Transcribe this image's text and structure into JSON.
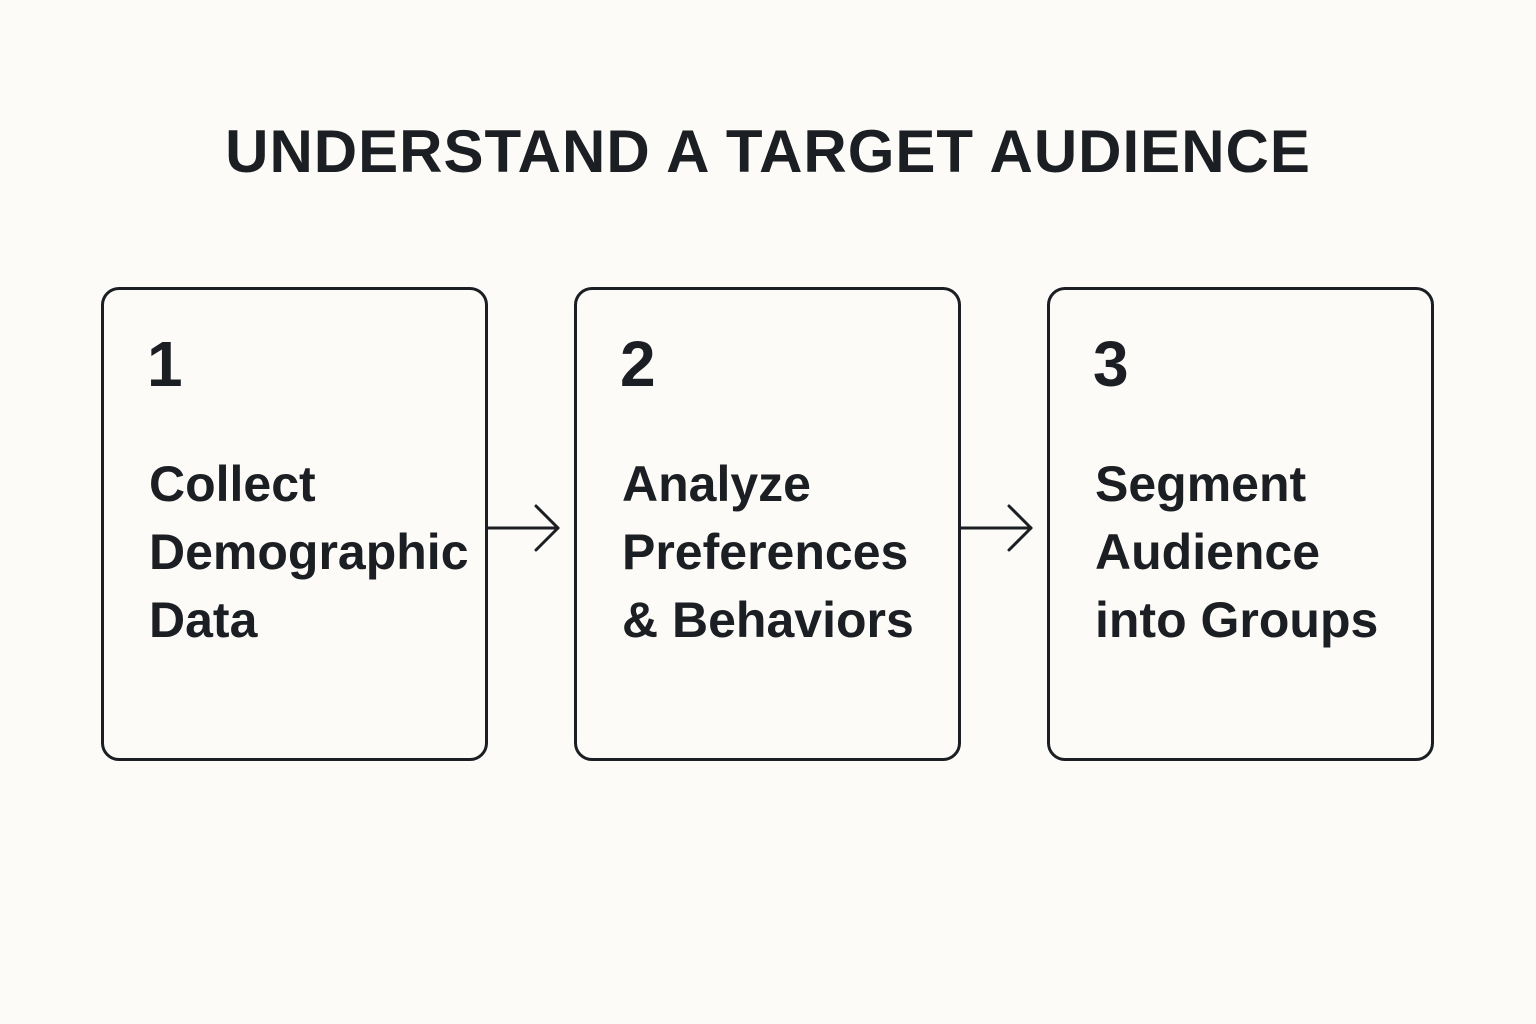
{
  "diagram": {
    "title": "UNDERSTAND A TARGET AUDIENCE",
    "steps": [
      {
        "number": "1",
        "lines": [
          "Collect",
          "Demographic",
          "Data"
        ]
      },
      {
        "number": "2",
        "lines": [
          "Analyze",
          "Preferences",
          "& Behaviors"
        ]
      },
      {
        "number": "3",
        "lines": [
          "Segment",
          "Audience",
          "into Groups"
        ]
      }
    ],
    "connector_icon": "arrow-right-icon"
  },
  "colors": {
    "background": "#FCFBF7",
    "ink": "#1B1E22"
  }
}
